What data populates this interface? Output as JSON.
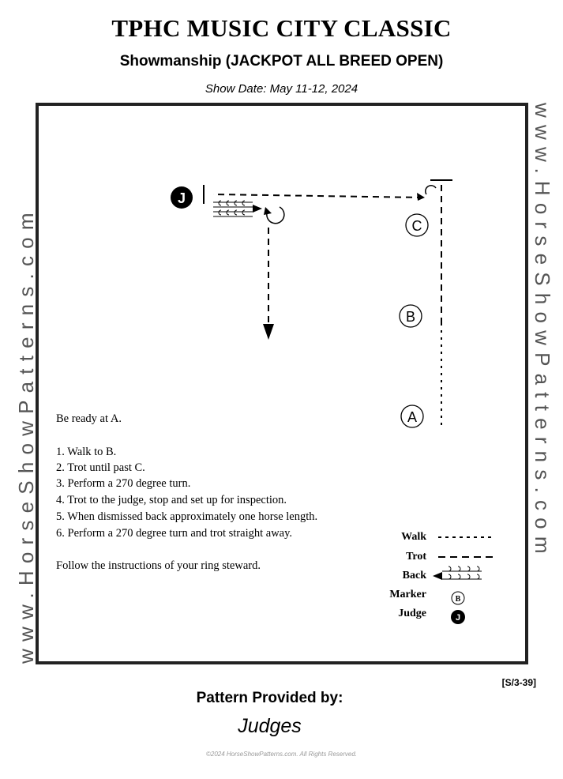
{
  "header": {
    "title": "TPHC MUSIC CITY CLASSIC",
    "class_name": "Showmanship (JACKPOT ALL BREED OPEN)",
    "show_date": "Show Date: May 11-12, 2024"
  },
  "watermark": {
    "left": "www.HorseShowPatterns.com",
    "right": "www.HorseShowPatterns.com"
  },
  "markers": {
    "judge": "J",
    "c": "C",
    "b": "B",
    "a": "A"
  },
  "instructions": {
    "intro": "Be ready at A.",
    "steps": [
      "1. Walk to B.",
      "2. Trot until past C.",
      "3. Perform a 270 degree turn.",
      "4. Trot to the judge, stop and set up for inspection.",
      "5. When dismissed back approximately one horse length.",
      "6. Perform a 270 degree turn and trot straight away."
    ],
    "footer": "Follow the instructions of your ring steward."
  },
  "legend": {
    "walk": "Walk",
    "trot": "Trot",
    "back": "Back",
    "marker": "Marker",
    "marker_symbol": "B",
    "judge": "Judge",
    "judge_symbol": "J"
  },
  "pattern_code": "[S/3-39]",
  "provided_by": {
    "label": "Pattern Provided by:",
    "value": "Judges"
  },
  "copyright": "©2024 HorseShowPatterns.com. All Rights Reserved."
}
